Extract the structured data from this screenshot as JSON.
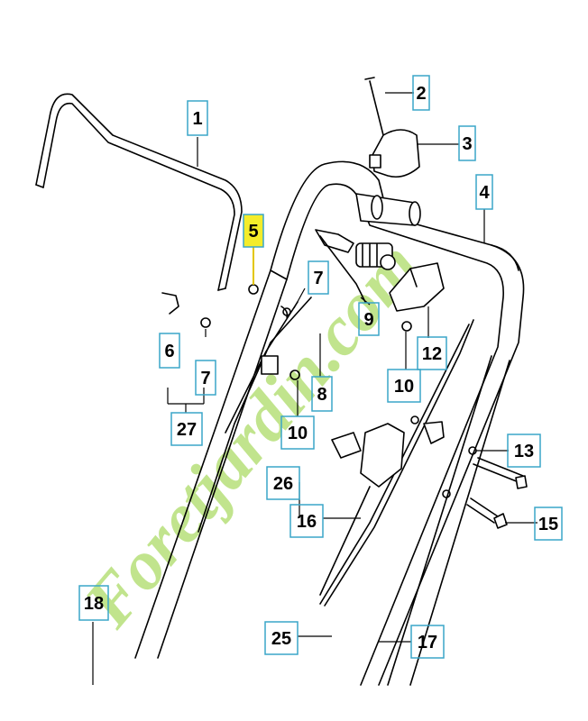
{
  "callouts": [
    {
      "label": "1",
      "highlight": false
    },
    {
      "label": "2",
      "highlight": false
    },
    {
      "label": "3",
      "highlight": false
    },
    {
      "label": "4",
      "highlight": false
    },
    {
      "label": "5",
      "highlight": true
    },
    {
      "label": "7",
      "highlight": false
    },
    {
      "label": "9",
      "highlight": false
    },
    {
      "label": "6",
      "highlight": false
    },
    {
      "label": "7",
      "highlight": false
    },
    {
      "label": "27",
      "highlight": false
    },
    {
      "label": "8",
      "highlight": false
    },
    {
      "label": "10",
      "highlight": false
    },
    {
      "label": "12",
      "highlight": false
    },
    {
      "label": "10",
      "highlight": false
    },
    {
      "label": "13",
      "highlight": false
    },
    {
      "label": "26",
      "highlight": false
    },
    {
      "label": "16",
      "highlight": false
    },
    {
      "label": "15",
      "highlight": false
    },
    {
      "label": "18",
      "highlight": false
    },
    {
      "label": "25",
      "highlight": false
    },
    {
      "label": "17",
      "highlight": false
    }
  ],
  "watermark": "Foretjardin.com",
  "colors": {
    "highlight": "#f4ec2a",
    "box_border": "#3aa6c8",
    "watermark": "#b7e07a"
  }
}
